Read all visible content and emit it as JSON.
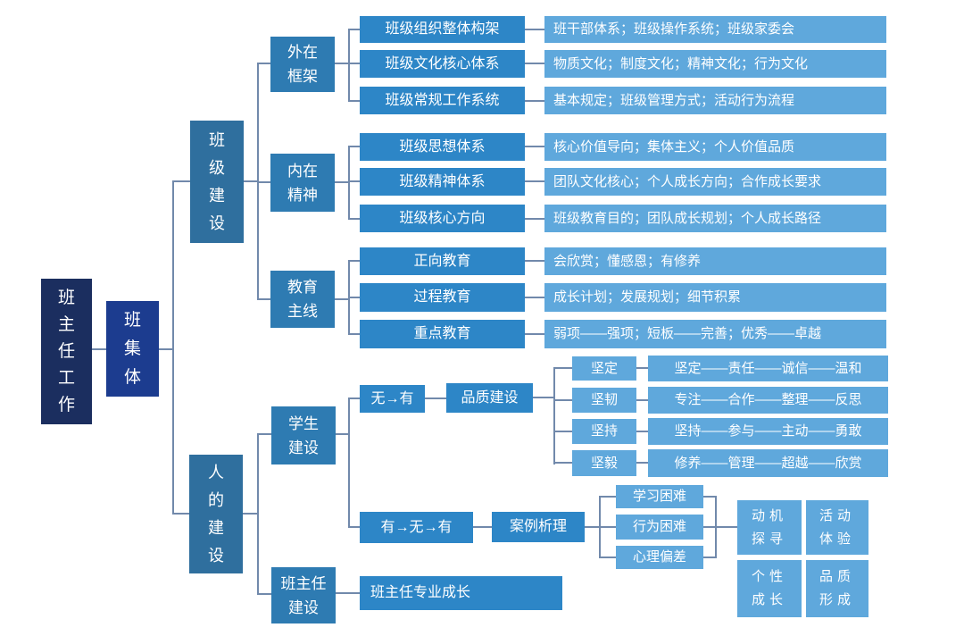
{
  "colors": {
    "root": "#1B2E5F",
    "hub": "#1C3C8F",
    "branch": "#2F6F9E",
    "group": "#2E7BB2",
    "topic": "#2D86C7",
    "leaf": "#5FA8DC",
    "connector": "#7189AB"
  },
  "root": {
    "label": "班\n主\n任\n工\n作"
  },
  "hub": {
    "label": "班\n集\n体"
  },
  "class_building": {
    "label": "班\n级\n建\n设",
    "groups": [
      {
        "label": "外在\n框架",
        "topics": [
          {
            "label": "班级组织整体构架",
            "detail": "班干部体系；班级操作系统；班级家委会"
          },
          {
            "label": "班级文化核心体系",
            "detail": "物质文化；制度文化；精神文化；行为文化"
          },
          {
            "label": "班级常规工作系统",
            "detail": "基本规定；班级管理方式；活动行为流程"
          }
        ]
      },
      {
        "label": "内在\n精神",
        "topics": [
          {
            "label": "班级思想体系",
            "detail": "核心价值导向；集体主义；个人价值品质"
          },
          {
            "label": "班级精神体系",
            "detail": "团队文化核心；个人成长方向；合作成长要求"
          },
          {
            "label": "班级核心方向",
            "detail": "班级教育目的；团队成长规划；个人成长路径"
          }
        ]
      },
      {
        "label": "教育\n主线",
        "topics": [
          {
            "label": "正向教育",
            "detail": "会欣赏；懂感恩；有修养"
          },
          {
            "label": "过程教育",
            "detail": "成长计划；发展规划；细节积累"
          },
          {
            "label": "重点教育",
            "detail": "弱项——强项；短板——完善；优秀——卓越"
          }
        ]
      }
    ]
  },
  "people_building": {
    "label": "人\n的\n建\n设",
    "student": {
      "label": "学生\n建设",
      "quality": {
        "path_label": "无→有",
        "hub_label": "品质建设",
        "rows": [
          {
            "label": "坚定",
            "detail": "坚定——责任——诚信——温和"
          },
          {
            "label": "坚韧",
            "detail": "专注——合作——整理——反思"
          },
          {
            "label": "坚持",
            "detail": "坚持——参与——主动——勇敢"
          },
          {
            "label": "坚毅",
            "detail": "修养——管理——超越——欣赏"
          }
        ]
      },
      "cases": {
        "path_label": "有→无→有",
        "hub_label": "案例析理",
        "types": [
          {
            "label": "学习困难"
          },
          {
            "label": "行为困难"
          },
          {
            "label": "心理偏差"
          }
        ],
        "outcomes": [
          {
            "label": "动机\n探寻"
          },
          {
            "label": "活动\n体验"
          },
          {
            "label": "个性\n成长"
          },
          {
            "label": "品质\n形成"
          }
        ]
      }
    },
    "teacher": {
      "label": "班主任\n建设",
      "detail": "班主任专业成长"
    }
  }
}
